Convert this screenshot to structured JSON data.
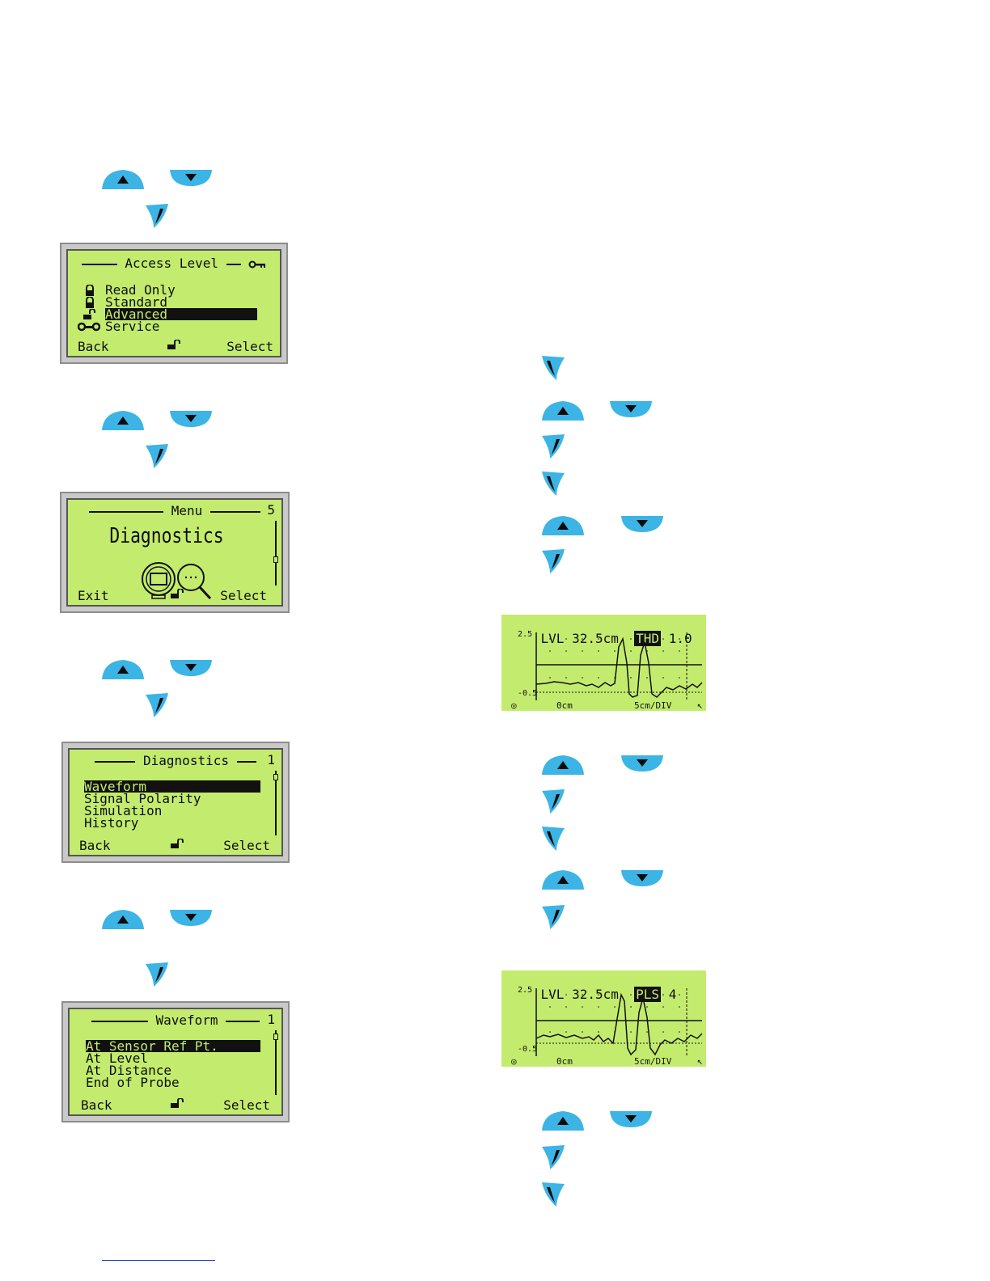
{
  "screens": {
    "access_level": {
      "title": "Access Level",
      "items": [
        "Read Only",
        "Standard",
        "Advanced",
        "Service"
      ],
      "selected": "Advanced",
      "soft_left": "Back",
      "soft_right": "Select"
    },
    "menu": {
      "title": "Menu",
      "number": "5",
      "heading": "Diagnostics",
      "soft_left": "Exit",
      "soft_right": "Select"
    },
    "diagnostics": {
      "title": "Diagnostics",
      "number": "1",
      "items": [
        "Waveform",
        "Signal Polarity",
        "Simulation",
        "History"
      ],
      "selected": "Waveform",
      "soft_left": "Back",
      "soft_right": "Select"
    },
    "waveform": {
      "title": "Waveform",
      "number": "1",
      "items": [
        "At Sensor Ref Pt.",
        "At Level",
        "At Distance",
        "End of Probe"
      ],
      "selected": "At Sensor Ref Pt.",
      "soft_left": "Back",
      "soft_right": "Select"
    }
  },
  "waveform_displays": [
    {
      "lvl_label": "LVL",
      "lvl_value": "32.5cm",
      "param_label": "THD",
      "param_value": "1.0",
      "y_top": "2.5",
      "y_bottom": "-0.5",
      "x_start": "0cm",
      "x_scale": "5cm/DIV"
    },
    {
      "lvl_label": "LVL",
      "lvl_value": "32.5cm",
      "param_label": "PLS",
      "param_value": "4",
      "y_top": "2.5",
      "y_bottom": "-0.5",
      "x_start": "0cm",
      "x_scale": "5cm/DIV"
    }
  ],
  "icons": {
    "up_key": "up-arrow-key-icon",
    "down_key": "down-arrow-key-icon",
    "right_soft_key": "right-soft-key-icon",
    "left_soft_key": "left-soft-key-icon",
    "lock": "lock-icon",
    "unlock": "unlock-icon",
    "key": "key-icon",
    "wrench": "wrench-icon"
  },
  "colors": {
    "key_blue": "#3cb4e5",
    "lcd_green": "#c3ec6e",
    "link_blue": "#1a3fbf"
  }
}
